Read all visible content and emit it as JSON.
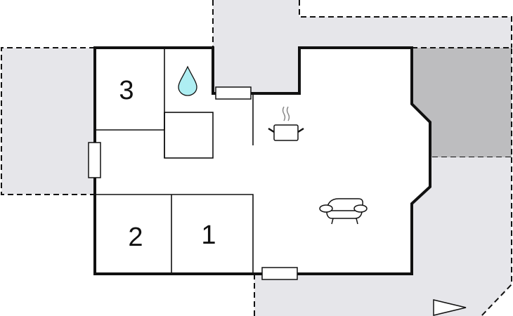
{
  "rooms": [
    {
      "label": "3"
    },
    {
      "label": "2"
    },
    {
      "label": "1"
    }
  ],
  "icons": {
    "bathroom": "water-drop-icon",
    "kitchen": "cooking-pot-icon",
    "living": "armchair-icon",
    "entrance": "entrance-arrow-icon"
  },
  "colors": {
    "terrace": "#e6e6ea",
    "covered_area": "#bdbdbf",
    "water_drop": "#aeeef2",
    "wall": "#111111"
  }
}
